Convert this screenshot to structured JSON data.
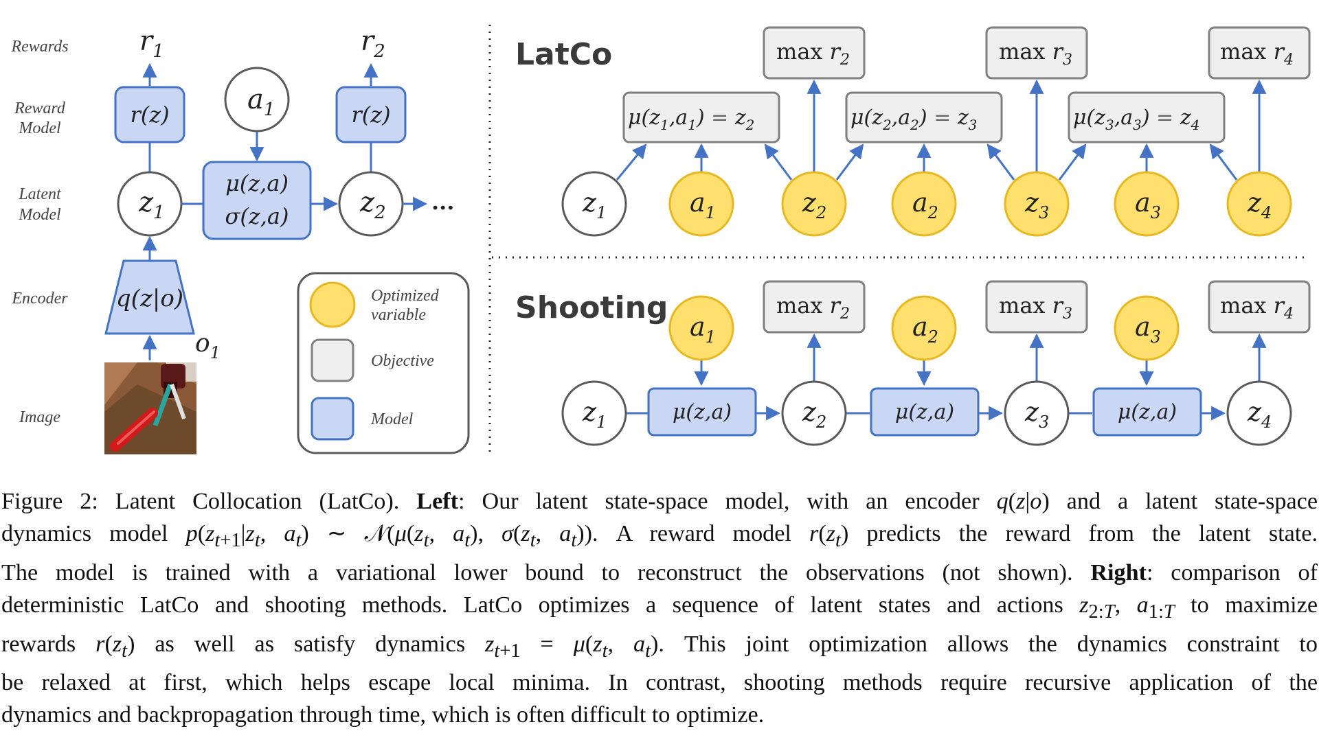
{
  "left_panel": {
    "row_labels": {
      "rewards": "Rewards",
      "reward_model": "Reward Model",
      "latent_model": "Latent Model",
      "encoder": "Encoder",
      "image": "Image"
    },
    "r1": "r",
    "r1_sub": "1",
    "r2": "r",
    "r2_sub": "2",
    "reward_model_box_1": "r(z)",
    "reward_model_box_2": "r(z)",
    "action_node": "a",
    "action_sub": "1",
    "z1": "z",
    "z1_sub": "1",
    "z2": "z",
    "z2_sub": "2",
    "dynamics_mu": "μ(z,a)",
    "dynamics_sigma": "σ(z,a)",
    "ellipsis": "...",
    "encoder_box": "q(z|o)",
    "observation": "o",
    "observation_sub": "1",
    "legend": {
      "optimized": "Optimized variable",
      "objective": "Objective",
      "model": "Model"
    }
  },
  "right_panel": {
    "latco_title": "LatCo",
    "shooting_title": "Shooting",
    "objectives": [
      "max r2",
      "max r3",
      "max r4"
    ],
    "constraints": [
      "μ(z1,a1) = z2",
      "μ(z2,a2) = z3",
      "μ(z3,a3) = z4"
    ],
    "dynamics_label": "μ(z,a)"
  },
  "caption": {
    "lines": [
      "Figure 2: Latent Collocation (LatCo). Left: Our latent state-space model, with an encoder q(z|o) and a latent state-space",
      "dynamics model p(zt+1|zt, at) ∼ N(μ(zt, at), σ(zt, at)). A reward model r(zt) predicts the reward from the latent state.",
      "The model is trained with a variational lower bound to reconstruct the observations (not shown). Right: comparison of",
      "deterministic LatCo and shooting methods. LatCo optimizes a sequence of latent states and actions z2:T, a1:T to maximize",
      "rewards r(zt) as well as satisfy dynamics zt+1 = μ(zt, at). This joint optimization allows the dynamics constraint to",
      "be relaxed at first, which helps escape local minima. In contrast, shooting methods require recursive application of the",
      "dynamics and backpropagation through time, which is often difficult to optimize."
    ]
  },
  "colors": {
    "model_fill": "#c9d7f5",
    "model_stroke": "#4472c4",
    "optimized_fill": "#ffdf6e",
    "optimized_stroke": "#e8b820",
    "objective_fill": "#efefef",
    "objective_stroke": "#7f7f7f",
    "arrow": "#4472c4"
  }
}
